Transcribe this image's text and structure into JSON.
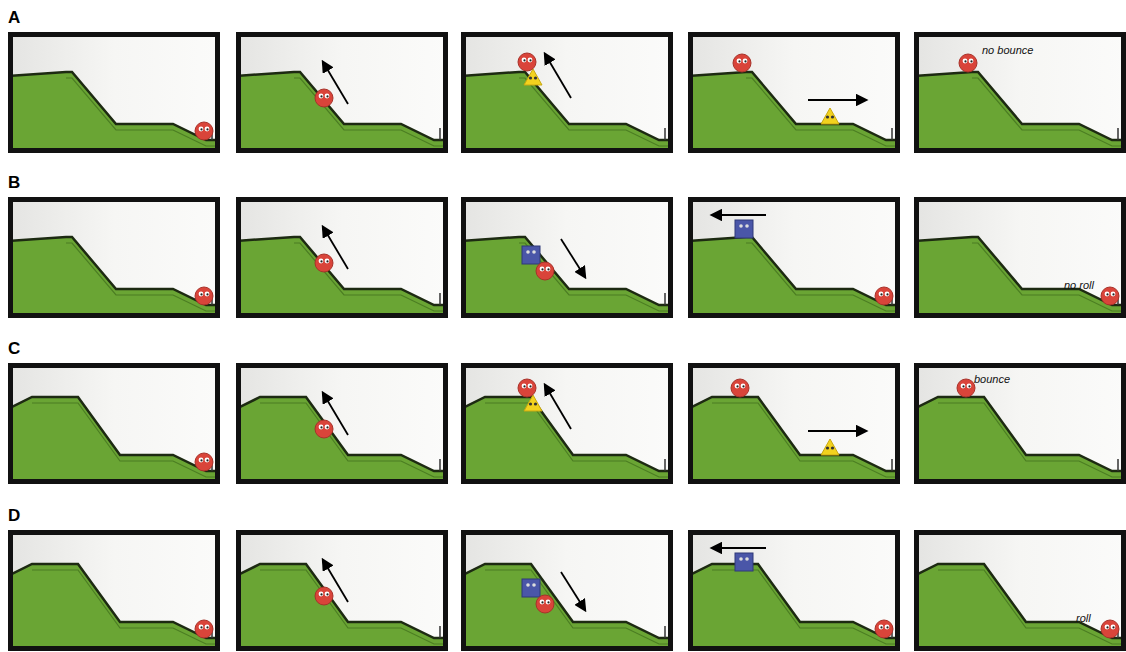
{
  "diagram": {
    "labels": [
      "A",
      "no bounce",
      "B",
      "no roll",
      "C",
      "bounce",
      "D",
      "roll"
    ]
  }
}
